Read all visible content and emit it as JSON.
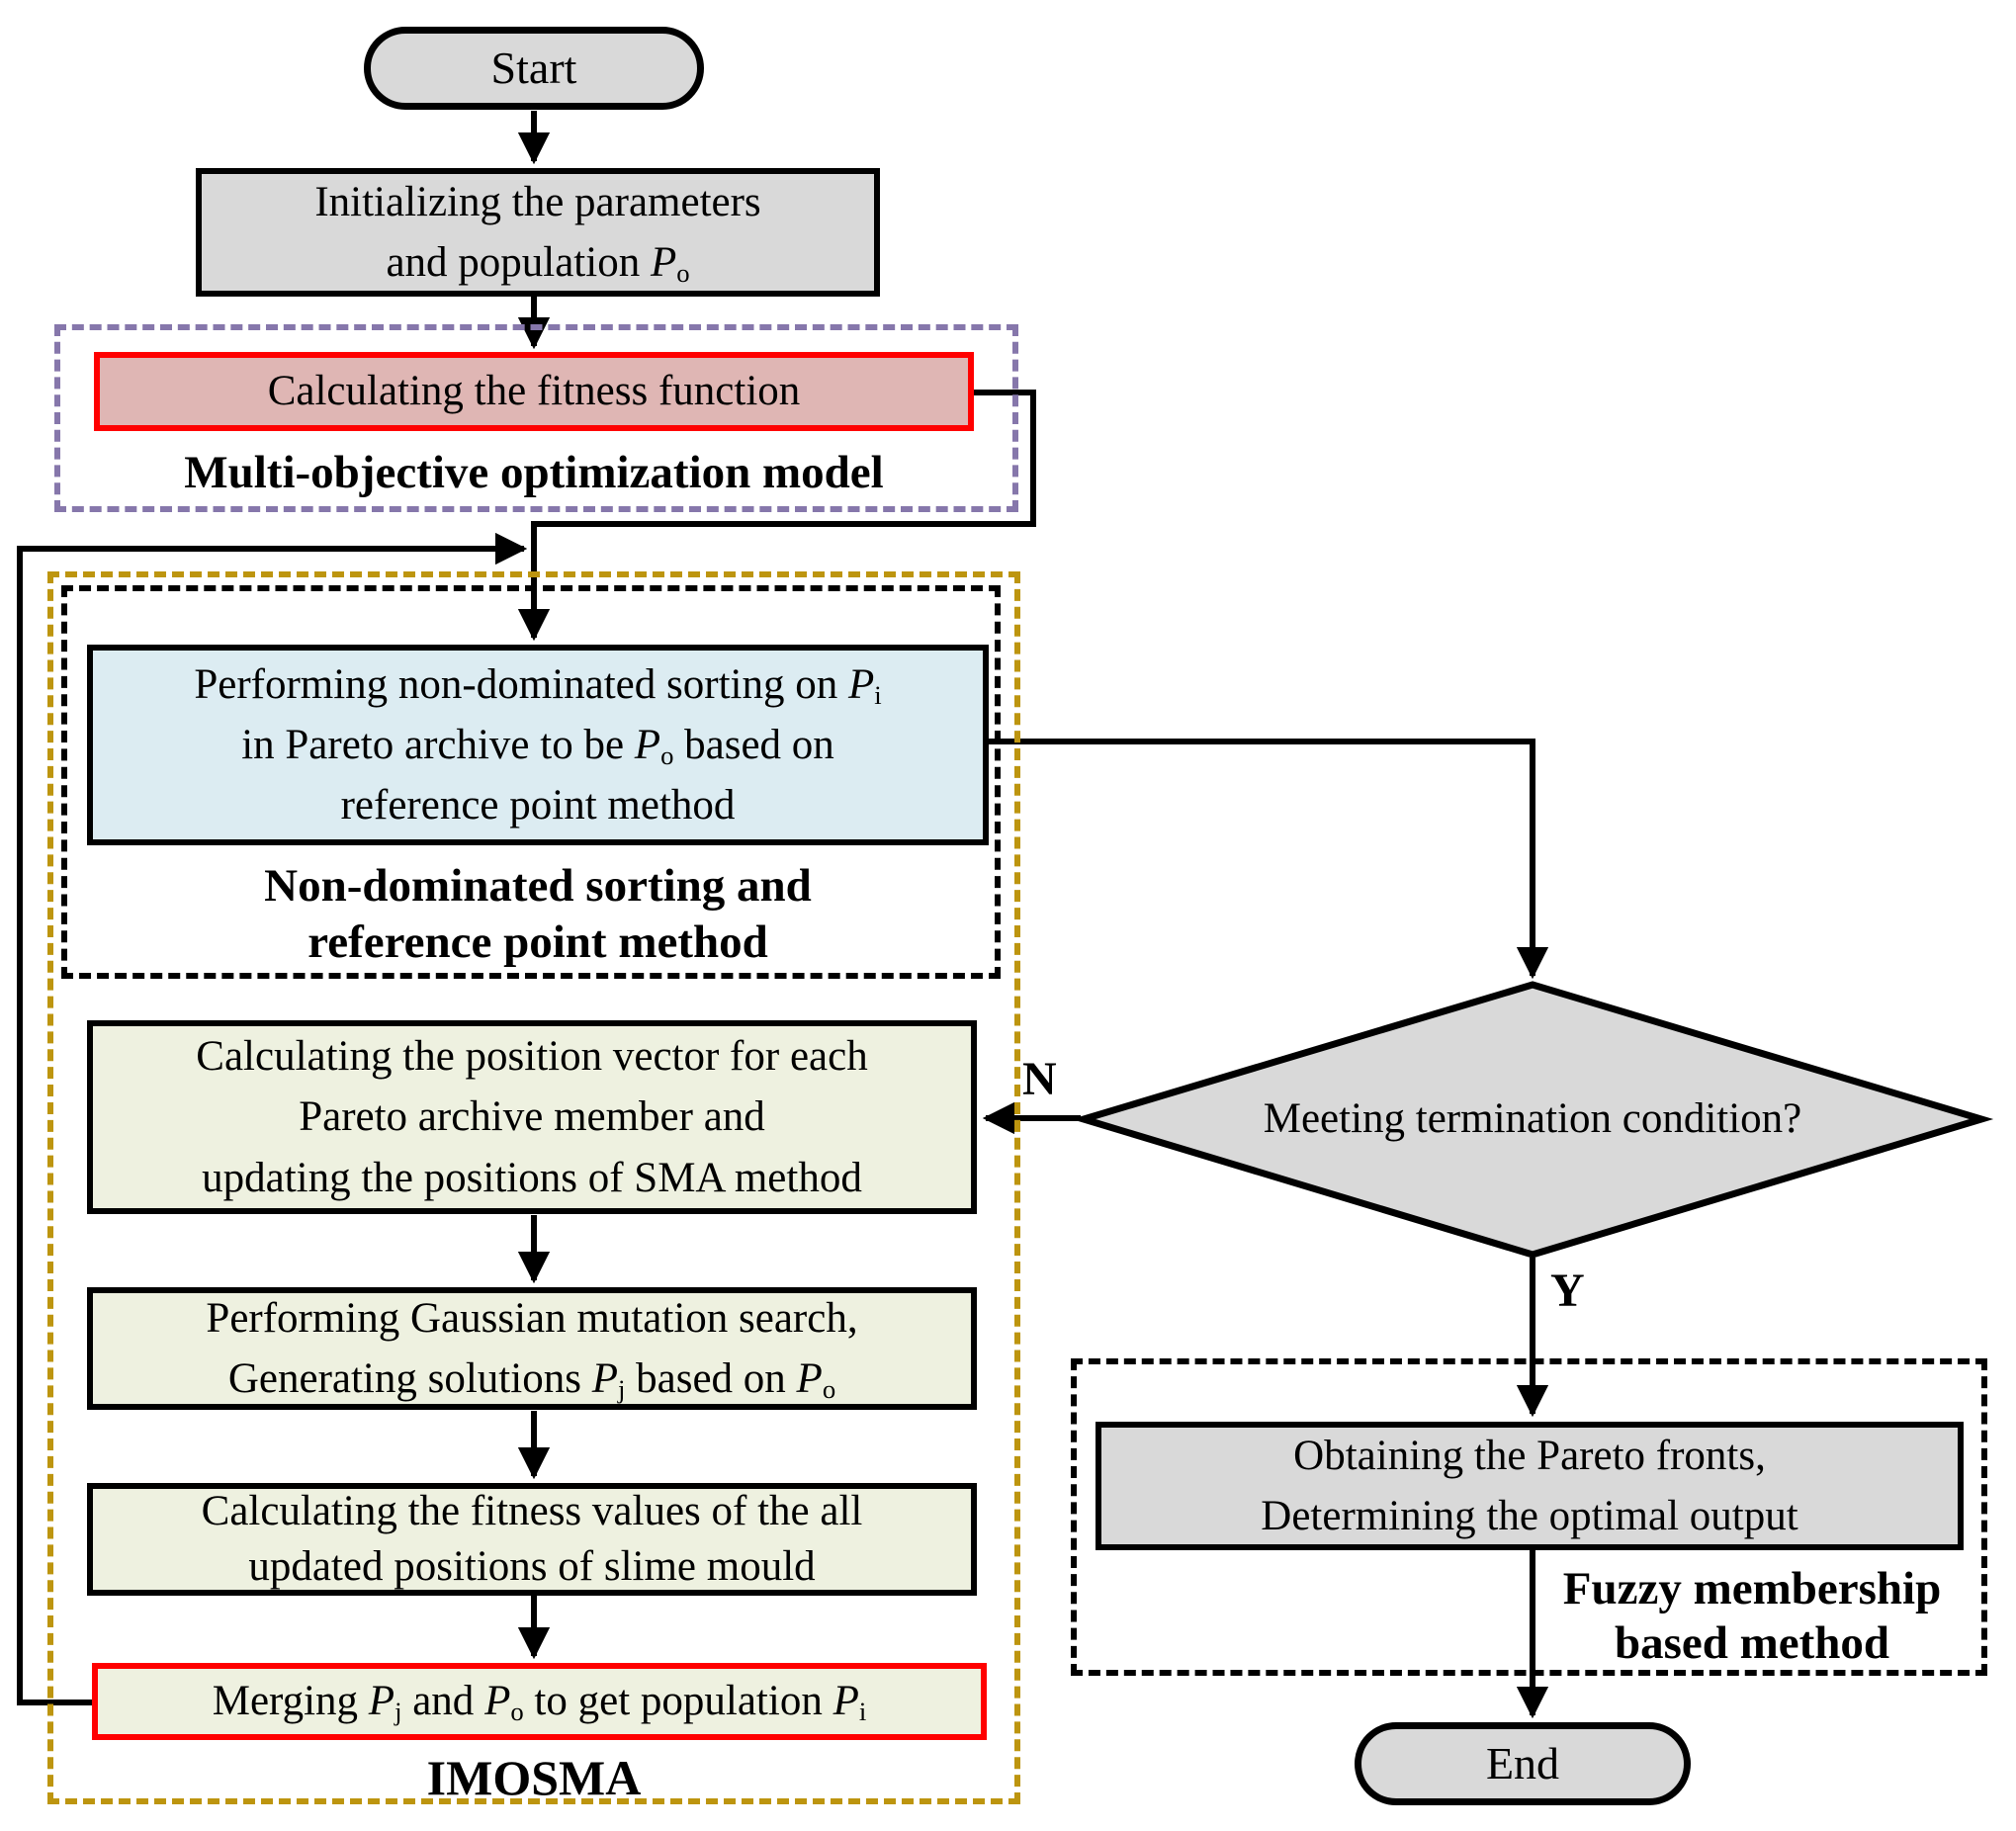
{
  "colors": {
    "line": "#000000",
    "gray_fill": "#d9d9d9",
    "pink_fill": "#dfb6b4",
    "blue_fill": "#dcecf2",
    "green_fill": "#eef1e0",
    "red_border": "#ff0000",
    "purple_dash": "#8677ab",
    "gold_dash": "#bd950f",
    "black_dash": "#000000"
  },
  "nodes": {
    "start": {
      "label": "Start"
    },
    "init": {
      "lines": [
        "Initializing the parameters",
        "and population {P}{_o}"
      ]
    },
    "fitness": {
      "lines": [
        "Calculating the fitness function"
      ]
    },
    "multi_objective_label": {
      "label": "Multi-objective optimization model"
    },
    "sorting": {
      "lines": [
        "Performing non-dominated sorting on {P}{_i}",
        "in Pareto archive to be {P}{_o} based on",
        "reference point method"
      ]
    },
    "sorting_group_label": {
      "lines": [
        "Non-dominated sorting and",
        "reference point method"
      ]
    },
    "position_vector": {
      "lines": [
        "Calculating the position vector for each",
        "Pareto archive member and",
        "updating the positions of SMA method"
      ]
    },
    "gaussian": {
      "lines": [
        "Performing Gaussian mutation search,",
        "Generating solutions {P}{_j} based on {P}{_o}"
      ]
    },
    "fitness_values": {
      "lines": [
        "Calculating the fitness values of the all",
        "updated positions of slime mould"
      ]
    },
    "merging": {
      "lines": [
        "Merging {P}{_j} and {P}{_o} to get population {P}{_i}"
      ]
    },
    "imosma_label": {
      "label": "IMOSMA"
    },
    "decision": {
      "label": "Meeting termination condition?",
      "no_label": "N",
      "yes_label": "Y"
    },
    "output": {
      "lines": [
        "Obtaining the Pareto fronts,",
        "Determining the optimal output"
      ]
    },
    "fuzzy_label": {
      "lines": [
        "Fuzzy membership",
        "based method"
      ]
    },
    "end": {
      "label": "End"
    }
  }
}
